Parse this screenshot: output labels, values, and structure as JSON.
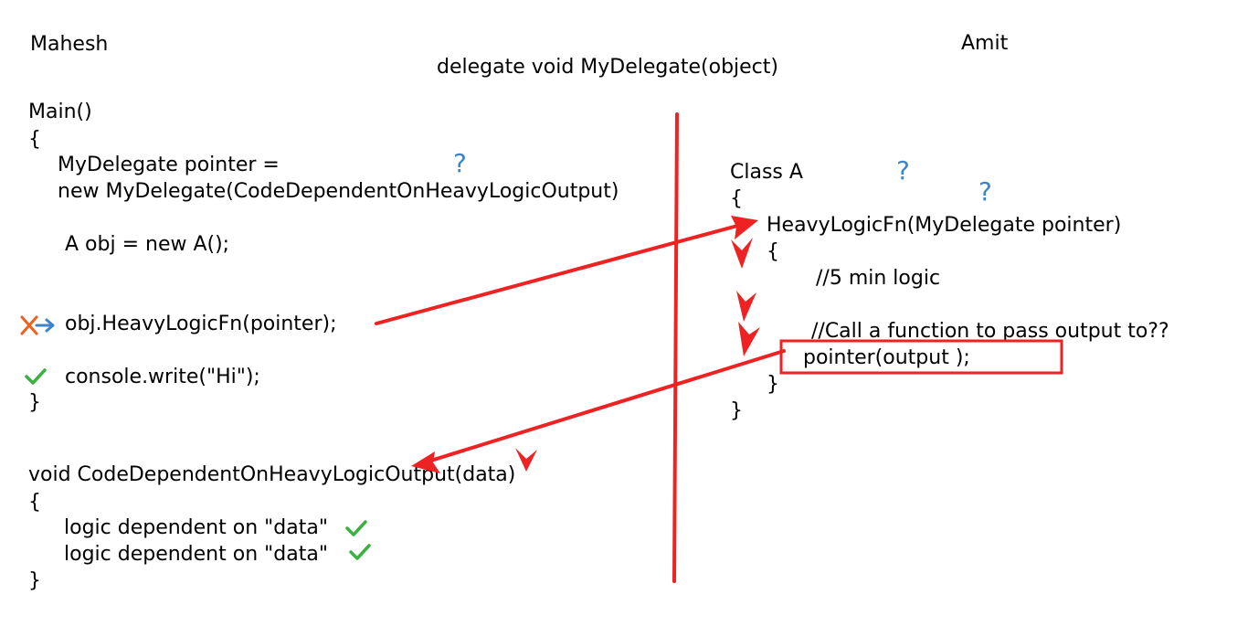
{
  "headers": {
    "left": "Mahesh",
    "right": "Amit",
    "center": "delegate void MyDelegate(object)"
  },
  "left_code": {
    "main_sig": "Main()",
    "open1": "{",
    "decl1": "MyDelegate pointer =",
    "decl2": "new MyDelegate(CodeDependentOnHeavyLogicOutput)",
    "new_a": "A obj = new A();",
    "call": "obj.HeavyLogicFn(pointer);",
    "write": "console.write(\"Hi\");",
    "close1": "}",
    "cb_sig": "void CodeDependentOnHeavyLogicOutput(data)",
    "open2": "{",
    "logic1": "logic dependent on \"data\"",
    "logic2": "logic dependent on \"data\"",
    "close2": "}"
  },
  "right_code": {
    "class_sig": "Class A",
    "open1": "{",
    "fn_sig": "HeavyLogicFn(MyDelegate pointer)",
    "open2": "{",
    "comment1": "//5 min logic",
    "comment2": "//Call a function to pass output to??",
    "invoke": "pointer(output );",
    "close2": "}",
    "close1": "}"
  },
  "question_marks": [
    "?",
    "?",
    "?"
  ],
  "colors": {
    "red": "#ee2222",
    "green": "#3cb043",
    "blue": "#3d85c6",
    "orange": "#f06020"
  }
}
